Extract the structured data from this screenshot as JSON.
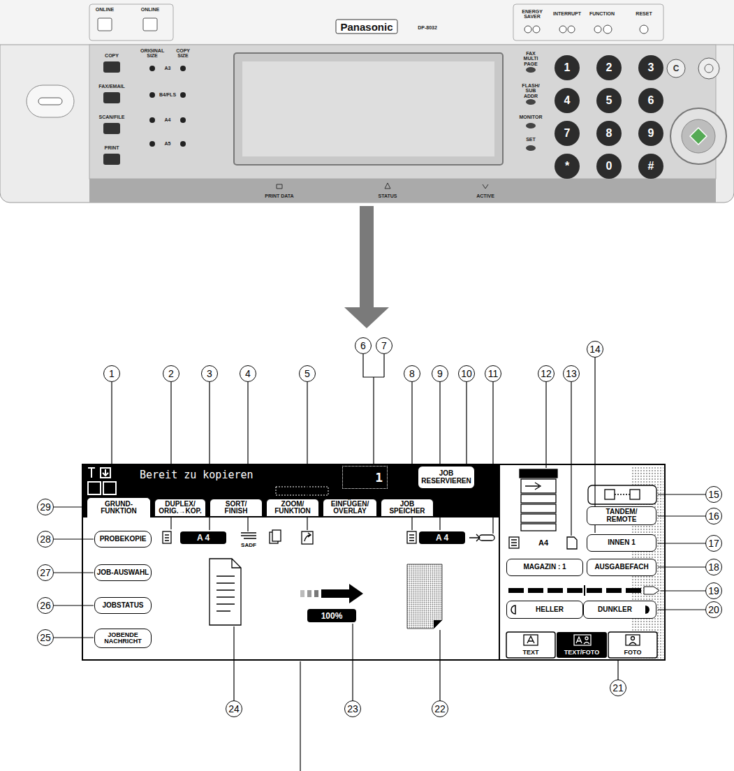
{
  "diagram": {
    "nodes": [
      {
        "text": [
          "Bereit zu kopieren"
        ]
      },
      {
        "text": [
          "1"
        ],
        "in": 0
      },
      {
        "text": [
          "JOB RESERVIEREN"
        ],
        "in": 0
      },
      {
        "text": [
          "GRUND- FUNKTION"
        ],
        "in": 0
      },
      {
        "text": [
          "DUPLEX/ ORIG.→KOP."
        ],
        "in": 0
      },
      {
        "text": [
          "SORT/ FINISH"
        ],
        "in": 0
      },
      {
        "text": [
          "ZOOM/ FUNKTION"
        ],
        "in": 0
      },
      {
        "text": [
          "EINFÜGEN/ OVERLAY"
        ],
        "in": 0
      },
      {
        "text": [
          "JOB SPEICHER"
        ],
        "in": 0
      },
      {
        "text": [
          "PROBEKOPIE"
        ],
        "in": 0
      },
      {
        "text": [
          "JOB-AUSWAHL"
        ],
        "in": 0
      },
      {
        "text": [
          "JOBSTATUS"
        ],
        "in": 0
      },
      {
        "text": [
          "JOBENDE NACHRICHT"
        ],
        "in": 0
      },
      {
        "text": [
          "A 4"
        ],
        "in": 0
      },
      {
        "text": [
          "A 4"
        ],
        "in": 0
      },
      {
        "text": [
          "100%"
        ],
        "in": 0
      },
      {
        "text": [
          "TANDEM/ REMOTE"
        ],
        "in": 0
      },
      {
        "text": [
          "INNEN 1"
        ],
        "in": 0
      },
      {
        "text": [
          "MAGAZIN : 1"
        ],
        "in": 0
      },
      {
        "text": [
          "AUSGABEFACH"
        ],
        "in": 0
      },
      {
        "text": [
          "HELLER"
        ],
        "in": 0
      },
      {
        "text": [
          "DUNKLER"
        ],
        "in": 0
      },
      {
        "text": [
          "TEXT"
        ],
        "in": 0
      },
      {
        "text": [
          "TEXT/FOTO"
        ],
        "in": 0
      },
      {
        "text": [
          "FOTO"
        ],
        "in": 0
      }
    ],
    "labels": [
      "ONLINE",
      "ONLINE",
      "Panasonic",
      "DP-8032",
      "ENERGY SAVER",
      "INTERRUPT",
      "FUNCTION",
      "RESET",
      "COPY",
      "FAX/EMAIL",
      "SCAN/FILE",
      "PRINT",
      "ORIGINAL SIZE",
      "COPY SIZE",
      "A3",
      "B4/FLS",
      "A4",
      "A5",
      "FAX MULTI PAGE",
      "FLASH/ SUB ADDR",
      "MONITOR",
      "SET",
      "1",
      "2",
      "3",
      "4",
      "5",
      "6",
      "7",
      "8",
      "9",
      "*",
      "0",
      "#",
      "C",
      "PRINT DATA",
      "STATUS",
      "ACTIVE",
      "SADF",
      "A4",
      "1",
      "2",
      "3",
      "4",
      "5",
      "6",
      "7",
      "8",
      "9",
      "10",
      "11",
      "12",
      "13",
      "14",
      "15",
      "16",
      "17",
      "18",
      "19",
      "20",
      "21",
      "22",
      "23",
      "24",
      "25",
      "26",
      "27",
      "28",
      "29"
    ]
  }
}
